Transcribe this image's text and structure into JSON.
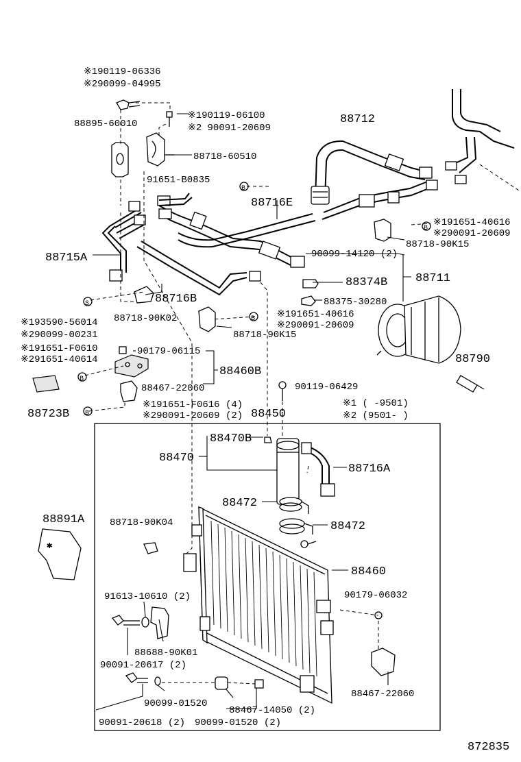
{
  "diagram_id": "872835",
  "notes": {
    "note1": "※1 (      -9501)",
    "note2": "※2 (9501-      )"
  },
  "labels": {
    "l190119_06336": "※190119-06336",
    "l290099_04995": "※290099-04995",
    "l190119_06100": "※190119-06100",
    "l290091_20609a": "※2 90091-20609",
    "l88895": "88895-60010",
    "l88712": "88712",
    "l88718_60510": "88718-60510",
    "l91651_b0835": "91651-B0835",
    "l88716e": "88716E",
    "l191651_40616a": "※191651-40616",
    "l290091_20609b": "※290091-20609",
    "l88718_90k15a": "88718-90K15",
    "l88715a": "88715A",
    "l90099_14120": "90099-14120 (2)",
    "l88374b": "88374B",
    "l88711": "88711",
    "l88716b": "88716B",
    "l88375": "88375-30280",
    "l88718_90k02": "88718-90K02",
    "l191651_40616b": "※191651-40616",
    "l290091_20609c": "※290091-20609",
    "l193590": "※193590-56014",
    "l290099_00231": "※290099-00231",
    "l88718_90k15b": "88718-90K15",
    "l191651_f0610": "※191651-F0610",
    "l291651_40614": "※291651-40614",
    "l90179_06115": "90179-06115",
    "l88460b": "88460B",
    "l88790": "88790",
    "l88467_22060a": "88467-22060",
    "l90119_06429": "90119-06429",
    "l88723b": "88723B",
    "l191651_f0616": "※191651-F0616 (4)",
    "l290091_20609d": "※290091-20609 (2)",
    "l88450": "88450",
    "l88470b": "88470B",
    "l88470": "88470",
    "l88716a": "88716A",
    "l88472a": "88472",
    "l88472b": "88472",
    "l88891a": "88891A",
    "l88718_90k04": "88718-90K04",
    "l88460": "88460",
    "l91613": "91613-10610 (2)",
    "l90179_06032": "90179-06032",
    "l88688": "88688-90K01",
    "l90091_20617": "90091-20617 (2)",
    "l88467_22060b": "88467-22060",
    "l90099_01520a": "90099-01520",
    "l88467_14050": "88467-14050 (2)",
    "l90091_20618": "90091-20618 (2)",
    "l90099_01520b": "90099-01520 (2)"
  }
}
